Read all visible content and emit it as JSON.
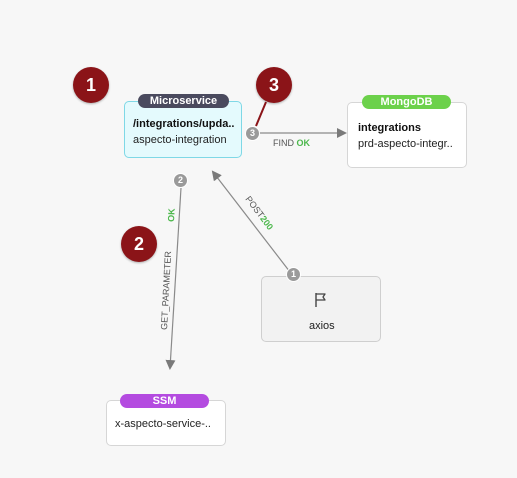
{
  "nodes": {
    "microservice": {
      "tag": "Microservice",
      "title": "/integrations/upda..",
      "subtitle": "aspecto-integration",
      "tag_color": "#4a4a5e"
    },
    "mongodb": {
      "tag": "MongoDB",
      "title": "integrations",
      "subtitle": "prd-aspecto-integr..",
      "tag_color": "#6cd14b"
    },
    "ssm": {
      "tag": "SSM",
      "subtitle": "x-aspecto-service-..",
      "tag_color": "#b44be0"
    },
    "axios": {
      "label": "axios",
      "icon": "flag-icon"
    }
  },
  "edges": {
    "find": {
      "badge": "3",
      "label": "FIND",
      "status": "OK"
    },
    "get_parameter": {
      "badge": "2",
      "label": "GET_PARAMETER",
      "status": "OK"
    },
    "post": {
      "badge": "1",
      "label": "POST",
      "status": "200"
    }
  },
  "markers": [
    "1",
    "2",
    "3"
  ],
  "colors": {
    "ok_green": "#4cb84c",
    "marker_red": "#8b1418",
    "edge_gray": "#777777"
  }
}
